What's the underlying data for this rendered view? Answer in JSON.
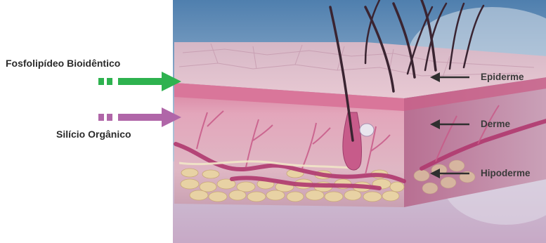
{
  "labels": {
    "fosfolipideo": "Fosfolipídeo Bioidêntico",
    "silicio": "Silício Orgânico",
    "epiderme": "Epiderme",
    "derme": "Derme",
    "hipoderme": "Hipoderme"
  },
  "colors": {
    "fosfolipideo_arrow": "#2eb24f",
    "silicio_arrow": "#b066a8",
    "pointer_arrow": "#2f2f2f"
  }
}
